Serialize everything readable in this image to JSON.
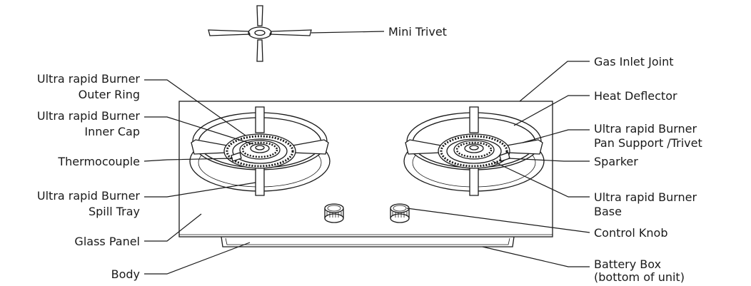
{
  "labels": {
    "mini_trivet": "Mini Trivet",
    "gas_inlet_joint": "Gas Inlet Joint",
    "heat_deflector": "Heat Deflector",
    "pan_support_line1": "Ultra rapid Burner",
    "pan_support_line2": "Pan Support /Trivet",
    "sparker": "Sparker",
    "base_line1": "Ultra rapid Burner",
    "base_line2": "Base",
    "control_knob": "Control Knob",
    "battery_line1": "Battery Box",
    "battery_line2": "(bottom of unit)",
    "outer_ring_line1": "Ultra rapid Burner",
    "outer_ring_line2": "Outer Ring",
    "inner_cap_line1": "Ultra rapid Burner",
    "inner_cap_line2": "Inner Cap",
    "thermocouple": "Thermocouple",
    "spill_tray_line1": "Ultra rapid Burner",
    "spill_tray_line2": "Spill Tray",
    "glass_panel": "Glass Panel",
    "body": "Body"
  }
}
